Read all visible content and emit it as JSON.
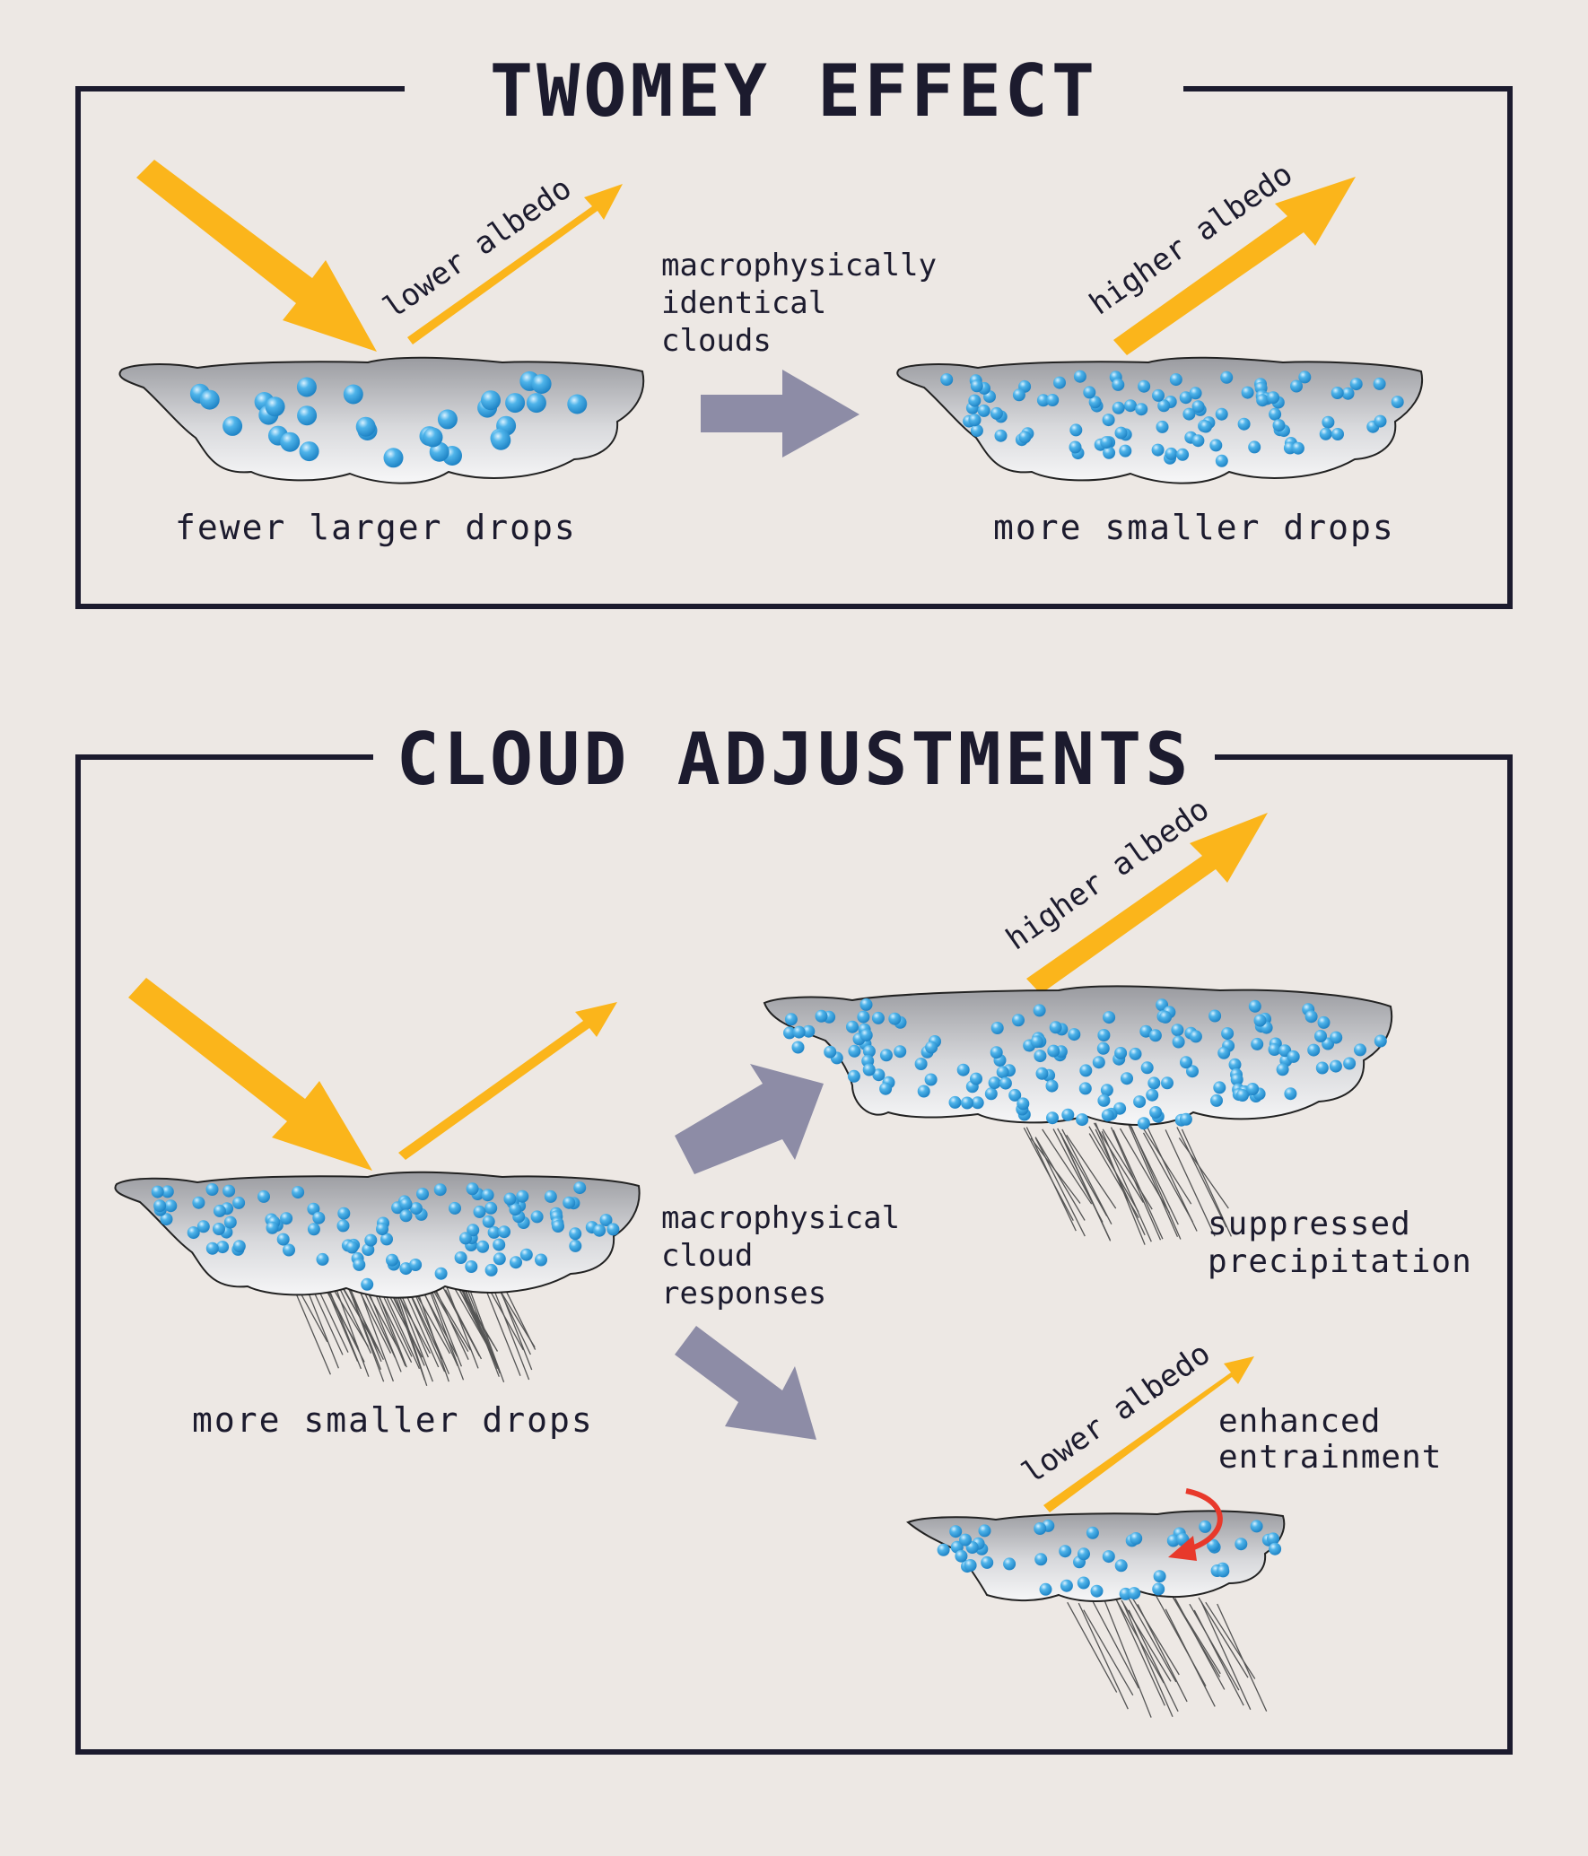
{
  "twomey": {
    "title": "TWOMEY EFFECT",
    "reflect_left": "lower albedo",
    "reflect_right": "higher albedo",
    "middle_line1": "macrophysically",
    "middle_line2": "identical",
    "middle_line3": "clouds",
    "left_caption": "fewer larger drops",
    "right_caption": "more smaller drops"
  },
  "adjust": {
    "title": "CLOUD ADJUSTMENTS",
    "left_caption": "more smaller drops",
    "middle_line1": "macrophysical",
    "middle_line2": "cloud",
    "middle_line3": "responses",
    "upper_reflect": "higher albedo",
    "upper_line1": "suppressed",
    "upper_line2": "precipitation",
    "lower_reflect": "lower albedo",
    "lower_line1": "enhanced",
    "lower_line2": "entrainment"
  },
  "colors": {
    "sun_arrow": "#fbb51b",
    "flow_arrow": "#8d8ca6",
    "droplet": "#2f9ed8",
    "entrainment_arrow": "#e8392b",
    "frame": "#1c1b2e"
  }
}
